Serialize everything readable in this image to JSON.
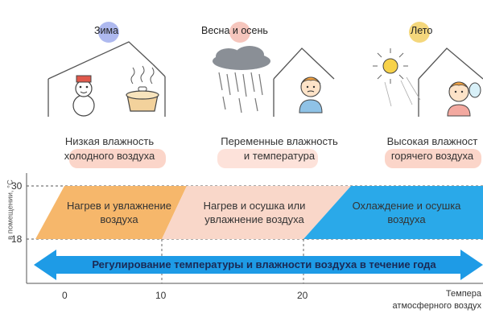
{
  "seasons": [
    {
      "title": "Зима",
      "desc_line1": "Низкая влажность",
      "desc_line2": "холодного воздуха",
      "dot_color": "#aeb9ef",
      "desc_color": "#fbd5c9"
    },
    {
      "title": "Весна и осень",
      "desc_line1": "Переменные влажность",
      "desc_line2": "и температура",
      "dot_color": "#f6c6bd",
      "desc_color": "#fde2da"
    },
    {
      "title": "Лето",
      "desc_line1": "Высокая влажност",
      "desc_line2": "горячего воздуха",
      "dot_color": "#f4d77c",
      "desc_color": "#fbd5c9"
    }
  ],
  "bands": [
    {
      "line1": "Нагрев и увлажнение",
      "line2": "воздуха",
      "color": "#f6b76b"
    },
    {
      "line1": "Нагрев и осушка или",
      "line2": "увлажнение воздуха",
      "color": "#f9d7c9"
    },
    {
      "line1": "Охлаждение и осушка",
      "line2": "воздуха",
      "color": "#2aa9e9"
    }
  ],
  "y_axis": {
    "label": "в помещении, °C",
    "ticks": [
      "30",
      "18"
    ]
  },
  "x_axis": {
    "ticks": [
      "0",
      "10",
      "20"
    ],
    "title_line1": "Темпера",
    "title_line2": "атмосферного воздух"
  },
  "arrow": {
    "text": "Регулирование температуры и влажности воздуха в течение года",
    "color": "#1e9be6"
  }
}
